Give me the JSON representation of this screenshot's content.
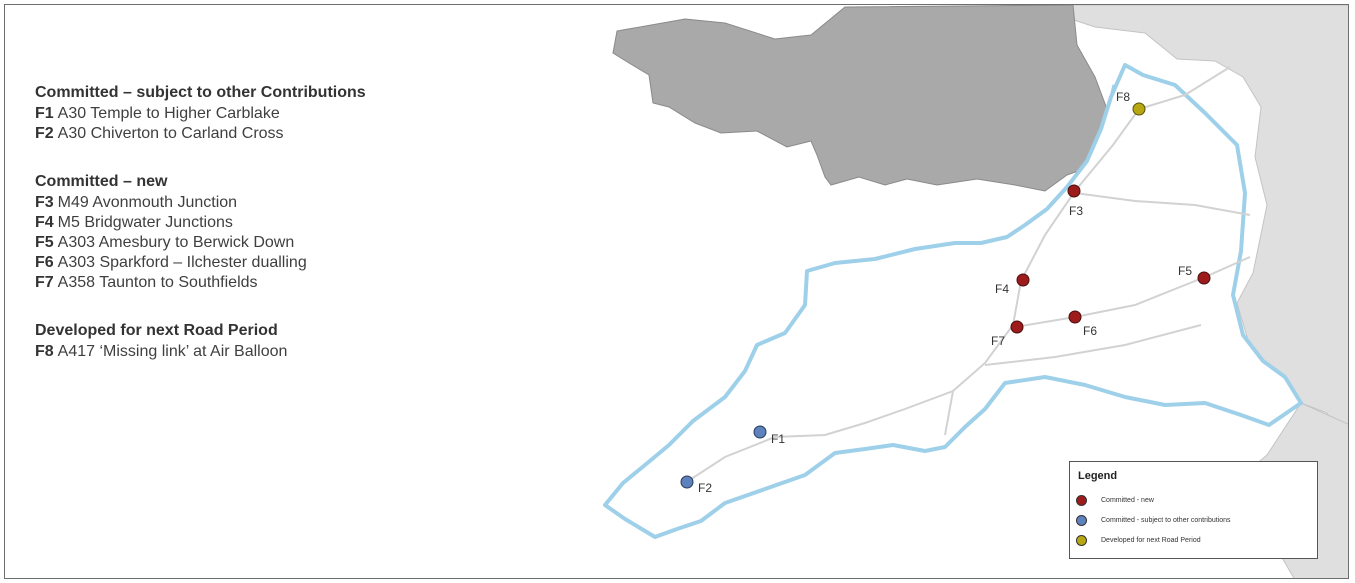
{
  "groups": [
    {
      "title": "Committed – subject to other Contributions",
      "items": [
        {
          "code": "F1",
          "text": "A30 Temple to Higher Carblake"
        },
        {
          "code": "F2",
          "text": "A30 Chiverton to Carland Cross"
        }
      ]
    },
    {
      "title": "Committed – new",
      "items": [
        {
          "code": "F3",
          "text": "M49 Avonmouth Junction"
        },
        {
          "code": "F4",
          "text": "M5 Bridgwater Junctions"
        },
        {
          "code": "F5",
          "text": "A303 Amesbury to Berwick Down"
        },
        {
          "code": "F6",
          "text": "A303 Sparkford – Ilchester dualling"
        },
        {
          "code": "F7",
          "text": "A358 Taunton to Southfields"
        }
      ]
    },
    {
      "title": "Developed for next Road Period",
      "items": [
        {
          "code": "F8",
          "text": "A417 ‘Missing link’ at Air Balloon"
        }
      ]
    }
  ],
  "map": {
    "markers": [
      {
        "label": "F1",
        "category": "contrib"
      },
      {
        "label": "F2",
        "category": "contrib"
      },
      {
        "label": "F3",
        "category": "new"
      },
      {
        "label": "F4",
        "category": "new"
      },
      {
        "label": "F5",
        "category": "new"
      },
      {
        "label": "F6",
        "category": "new"
      },
      {
        "label": "F7",
        "category": "new"
      },
      {
        "label": "F8",
        "category": "developed"
      }
    ]
  },
  "legend": {
    "title": "Legend",
    "entries": [
      {
        "label": "Committed - new",
        "color": "#9e1b1b"
      },
      {
        "label": "Committed - subject to other contributions",
        "color": "#5d82bd"
      },
      {
        "label": "Developed for next Road Period",
        "color": "#b8a712"
      }
    ]
  },
  "colors": {
    "new": "#9e1b1b",
    "contrib": "#5d82bd",
    "developed": "#b8a712",
    "land": "#ffffff",
    "neighbour_land": "#dfdfdf",
    "wales": "#a9a9a9",
    "coast": "#9ed0ea"
  }
}
